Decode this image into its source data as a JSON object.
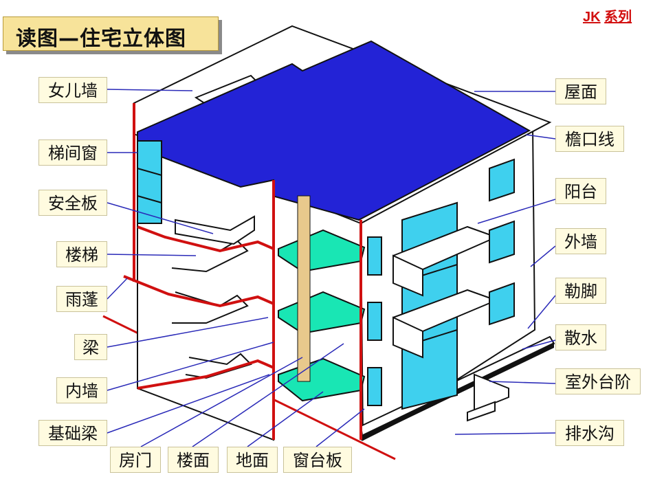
{
  "header": {
    "title": "读图—住宅立体图",
    "series_prefix": "JK",
    "series_suffix": "系列"
  },
  "labels": {
    "left": [
      "女儿墙",
      "梯间窗",
      "安全板",
      "楼梯",
      "雨蓬",
      "梁",
      "内墙",
      "基础梁"
    ],
    "bottom": [
      "房门",
      "楼面",
      "地面",
      "窗台板"
    ],
    "right": [
      "屋面",
      "檐口线",
      "阳台",
      "外墙",
      "勒脚",
      "散水",
      "室外台阶",
      "排水沟"
    ]
  },
  "colors": {
    "roof": "#2323d6",
    "floor": "#19e6b4",
    "glass": "#3fd0ee",
    "section_cut": "#d01010",
    "leader": "#2a2ab8",
    "label_bg": "#fffbe0",
    "title_bg": "#f7e39a",
    "badge": "#d21010"
  }
}
